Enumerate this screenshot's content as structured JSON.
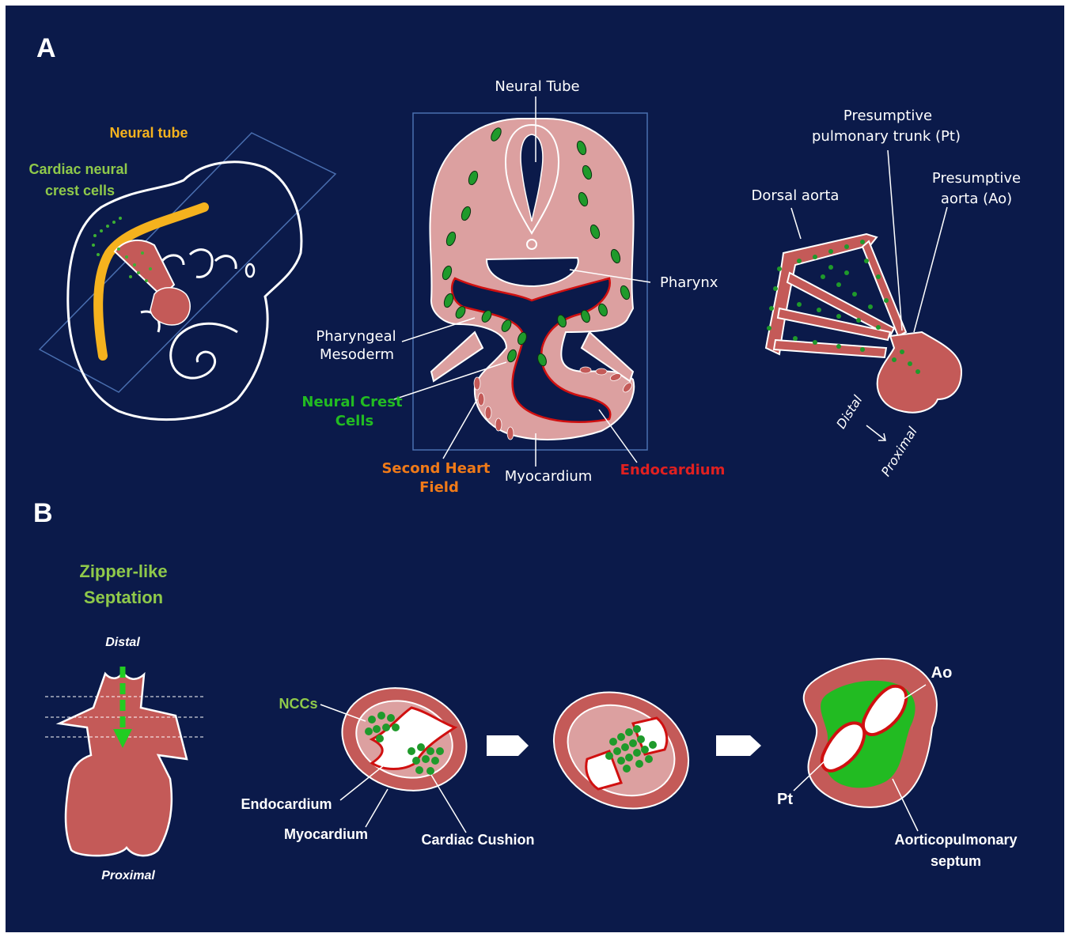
{
  "panel_a": {
    "letter": "A",
    "embryo": {
      "neural_tube": "Neural tube",
      "cncc_line1": "Cardiac neural",
      "cncc_line2": "crest cells"
    },
    "section": {
      "neural_tube": "Neural Tube",
      "pharynx": "Pharynx",
      "pharyngeal_line1": "Pharyngeal",
      "pharyngeal_line2": "Mesoderm",
      "ncc_line1": "Neural Crest",
      "ncc_line2": "Cells",
      "shf_line1": "Second Heart",
      "shf_line2": "Field",
      "myocardium": "Myocardium",
      "endocardium": "Endocardium"
    },
    "arches": {
      "pt_line1": "Presumptive",
      "pt_line2": "pulmonary trunk (Pt)",
      "dorsal_aorta": "Dorsal aorta",
      "ao_line1": "Presumptive",
      "ao_line2": "aorta (Ao)",
      "distal": "Distal",
      "proximal": "Proximal"
    }
  },
  "panel_b": {
    "letter": "B",
    "zipper_line1": "Zipper-like",
    "zipper_line2": "Septation",
    "distal": "Distal",
    "proximal": "Proximal",
    "nccs": "NCCs",
    "endocardium": "Endocardium",
    "myocardium": "Myocardium",
    "cardiac_cushion": "Cardiac Cushion",
    "ao": "Ao",
    "pt": "Pt",
    "ap_line1": "Aorticopulmonary",
    "ap_line2": "septum"
  },
  "colors": {
    "background": "#0b1a4a",
    "tissue_light": "#dca0a0",
    "tissue_dark": "#c45a58",
    "neural_crest": "#1f9a2b",
    "neural_tube": "#f5b21e",
    "endocardium": "#d01010",
    "label_green_light": "#8fc94a",
    "label_green": "#22bb22",
    "label_orange": "#f07a18",
    "label_red": "#e02020"
  }
}
